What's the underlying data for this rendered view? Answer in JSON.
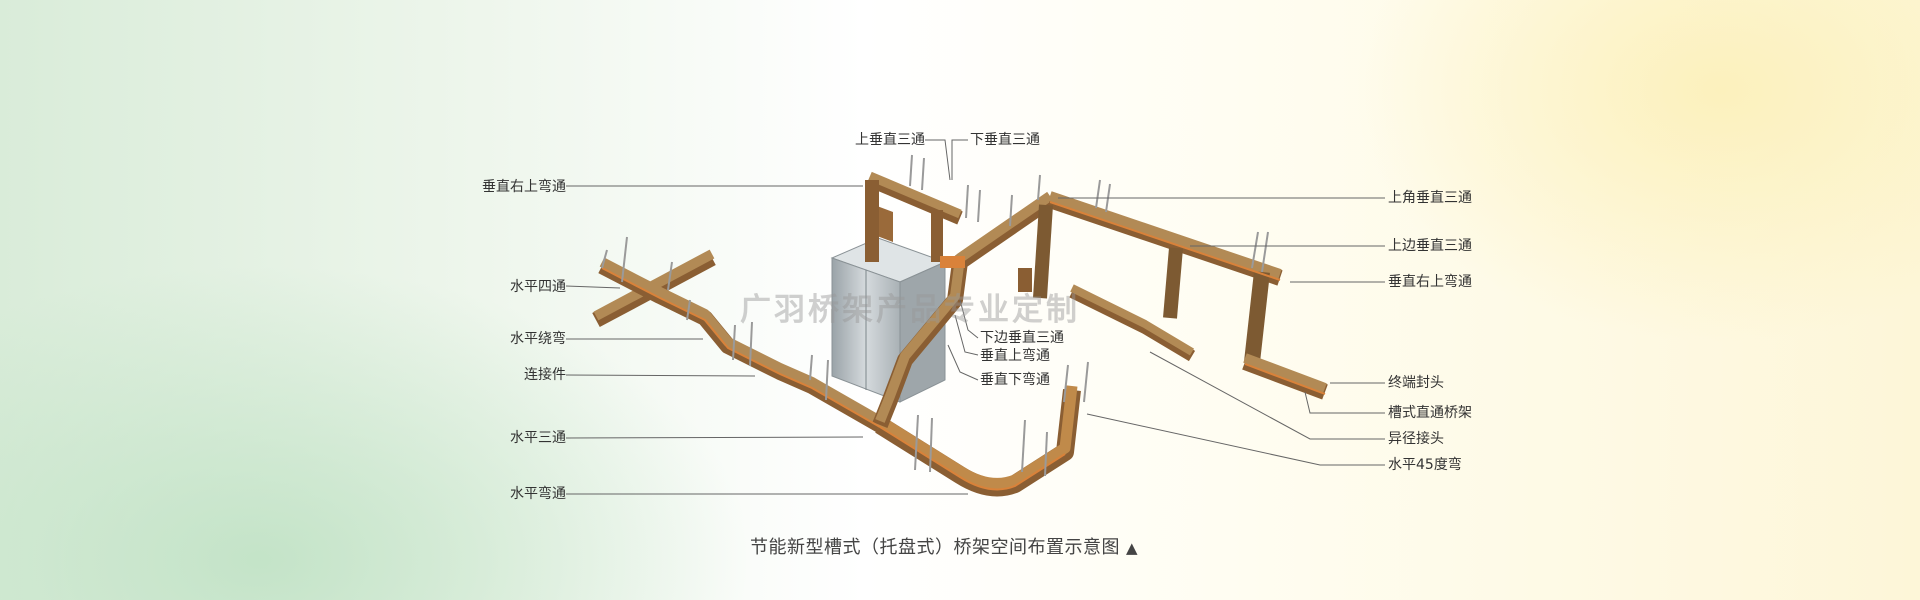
{
  "labels": {
    "vertical_right_up_bend_left": "垂直右上弯通",
    "horizontal_cross": "水平四通",
    "horizontal_detour": "水平绕弯",
    "connector": "连接件",
    "horizontal_tee": "水平三通",
    "horizontal_bend": "水平弯通",
    "upper_vertical_tee": "上垂直三通",
    "lower_vertical_tee": "下垂直三通",
    "upper_corner_vertical_tee": "上角垂直三通",
    "upper_side_vertical_tee": "上边垂直三通",
    "vertical_right_up_bend_right": "垂直右上弯通",
    "lower_side_vertical_tee": "下边垂直三通",
    "vertical_up_bend": "垂直上弯通",
    "vertical_down_bend": "垂直下弯通",
    "end_cap": "终端封头",
    "trough_straight_tray": "槽式直通桥架",
    "reducer": "异径接头",
    "horizontal_45_bend": "水平45度弯"
  },
  "watermark": "广羽桥架产品专业定制",
  "caption": {
    "text": "节能新型槽式（托盘式）桥架空间布置示意图",
    "marker": "▲"
  },
  "colors": {
    "tray_top": "#b28a55",
    "tray_side": "#8a5e33",
    "tray_edge": "#d9823a",
    "leader": "#666666",
    "cabinet": "#b9c0c4"
  }
}
